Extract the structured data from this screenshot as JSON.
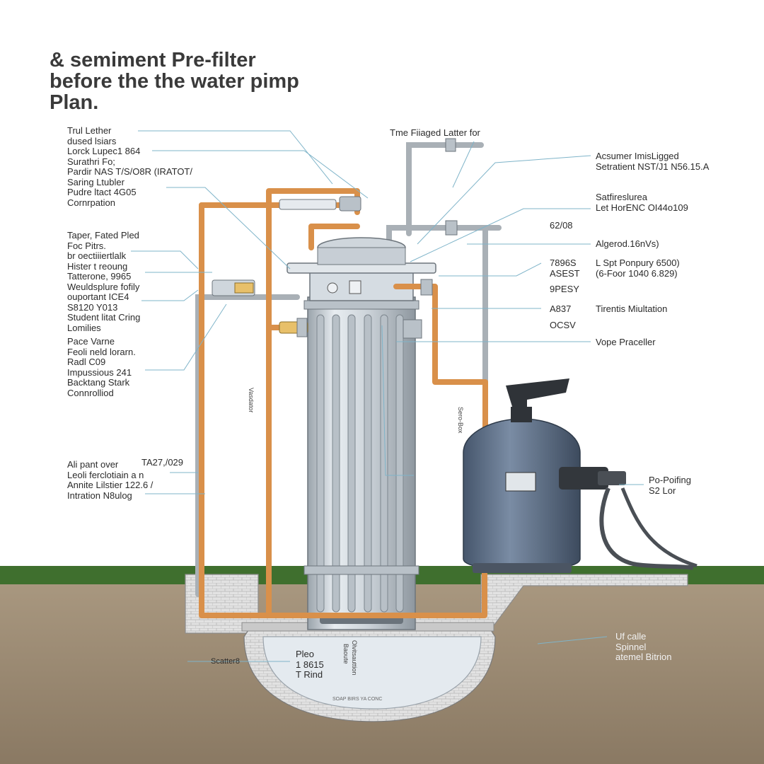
{
  "title": {
    "lines": [
      "& semiment Pre-filter",
      "before the the water pimp",
      "Plan."
    ]
  },
  "left_labels": {
    "group1": [
      "Trul Lether",
      "dused lsiars",
      "Lorck Lupec1 864",
      "Surathri Fo;",
      "Pardir NAS T/S/O8R (IRATOT/",
      "Saring Ltubler",
      "Pudre ltact 4G05",
      "Cornrpation"
    ],
    "group2": [
      "Taper, Fated Pled",
      "Foc Pitrs.",
      "br oectiiiertlalk",
      "Hister t reoung",
      "Tatterone, 9965",
      "Weuldsplure fofily",
      "ouportant  ICE4",
      "S8120 Y013",
      "Student litat Cring",
      "Lomilies"
    ],
    "group3": [
      "Pace Varne",
      "Feoli neld lorarn.",
      "Radl C09",
      "Impussious 241",
      "Backtang Stark",
      "Connrolliod"
    ],
    "group4": [
      "Ali pant over",
      "Leoli ferclotiain a n",
      "Annite Lilstier 122.6 /",
      "Intration N8ulog"
    ],
    "group4_tag": "TA27,/029"
  },
  "top_label": "Tme Fiiaged Latter for",
  "right_labels": {
    "r1": [
      "Acsumer ImisLigged",
      "Setratient NST/J1 N56.15.A"
    ],
    "r2": [
      "Satfireslurea",
      "Let HorENC OI44o109"
    ],
    "r3": "62/08",
    "r4": "Algerod.16nVs)",
    "r5_codes": [
      "7896S",
      "ASEST"
    ],
    "r5_desc": [
      "L Spt Ponpury 6500)",
      "(6-Foor 1040 6.829)"
    ],
    "r6": "9PESY",
    "r7_code": "A837",
    "r7_desc": "Tirentis Miultation",
    "r8": "OCSV",
    "r9": "Vope Praceller",
    "r10": [
      "Po-Poifing",
      "S2 Lor"
    ]
  },
  "ground_label": [
    "Uf calle",
    "Spinnel",
    "atemel Bitrion"
  ],
  "pit_labels": {
    "left": "Scatter8",
    "center": [
      "Pleo",
      "1 8615",
      "T Rind"
    ],
    "rim": "SOAP BIRS YA  CONC"
  },
  "vertical_labels": [
    "Vasdator",
    "Sero-Box",
    "Baoute",
    "Olvitsauttion"
  ],
  "colors": {
    "pipe_copper": "#d9904a",
    "pipe_grey": "#a9b0b6",
    "tank_steel": "#cfd6dc",
    "pump_body": "#5c6e86",
    "grass": "#3f6f2e",
    "soil": "#9e8d77",
    "leader_line": "#7fb4c9"
  }
}
